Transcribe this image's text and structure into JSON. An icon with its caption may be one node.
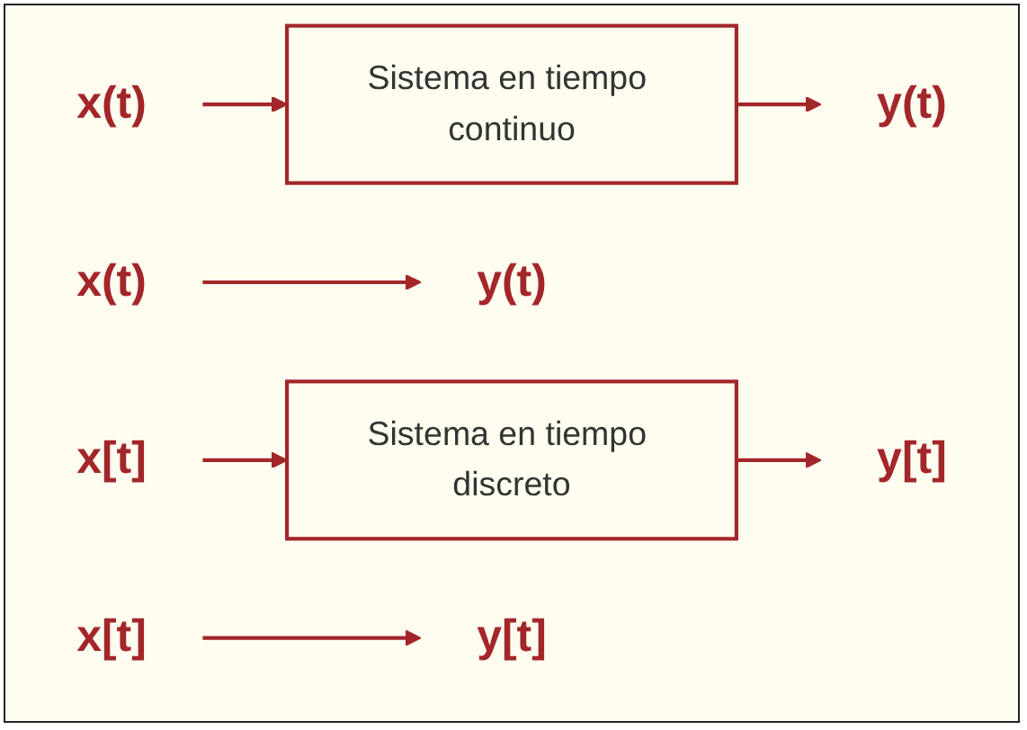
{
  "diagram": {
    "nodes": [
      {
        "text": [
          "x(t)"
        ]
      },
      {
        "text": [
          "Sistema en tiempo continuo"
        ]
      },
      {
        "text": [
          "y(t)"
        ]
      },
      {
        "text": [
          "x(t)"
        ]
      },
      {
        "text": [
          "y(t)"
        ]
      },
      {
        "text": [
          "x[t]"
        ]
      },
      {
        "text": [
          "Sistema en tiempo discreto"
        ]
      },
      {
        "text": [
          "y[t]"
        ]
      },
      {
        "text": [
          "x[t]"
        ]
      },
      {
        "text": [
          "y[t]"
        ]
      }
    ],
    "edges": [
      {
        "from": 0,
        "to": 1,
        "arrow": "to"
      },
      {
        "from": 1,
        "to": 2,
        "arrow": "to"
      },
      {
        "from": 3,
        "to": 4,
        "arrow": "to"
      },
      {
        "from": 5,
        "to": 6,
        "arrow": "to"
      },
      {
        "from": 6,
        "to": 7,
        "arrow": "to"
      },
      {
        "from": 8,
        "to": 9,
        "arrow": "to"
      }
    ]
  }
}
